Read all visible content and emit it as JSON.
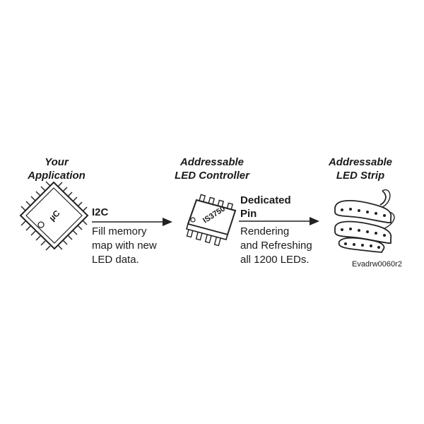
{
  "application": {
    "title_line1": "Your",
    "title_line2": "Application",
    "chip_label": "µC"
  },
  "controller": {
    "title_line1": "Addressable",
    "title_line2": "LED Controller",
    "chip_label": "IS3750"
  },
  "strip": {
    "title_line1": "Addressable",
    "title_line2": "LED Strip"
  },
  "link_i2c": {
    "label": "I2C",
    "desc_line1": "Fill memory",
    "desc_line2": "map with new",
    "desc_line3": "LED data."
  },
  "link_pin": {
    "label_line1": "Dedicated",
    "label_line2": "Pin",
    "desc_line1": "Rendering",
    "desc_line2": "and Refreshing",
    "desc_line3": "all 1200 LEDs."
  },
  "figure_code": "Evadrw0060r2"
}
